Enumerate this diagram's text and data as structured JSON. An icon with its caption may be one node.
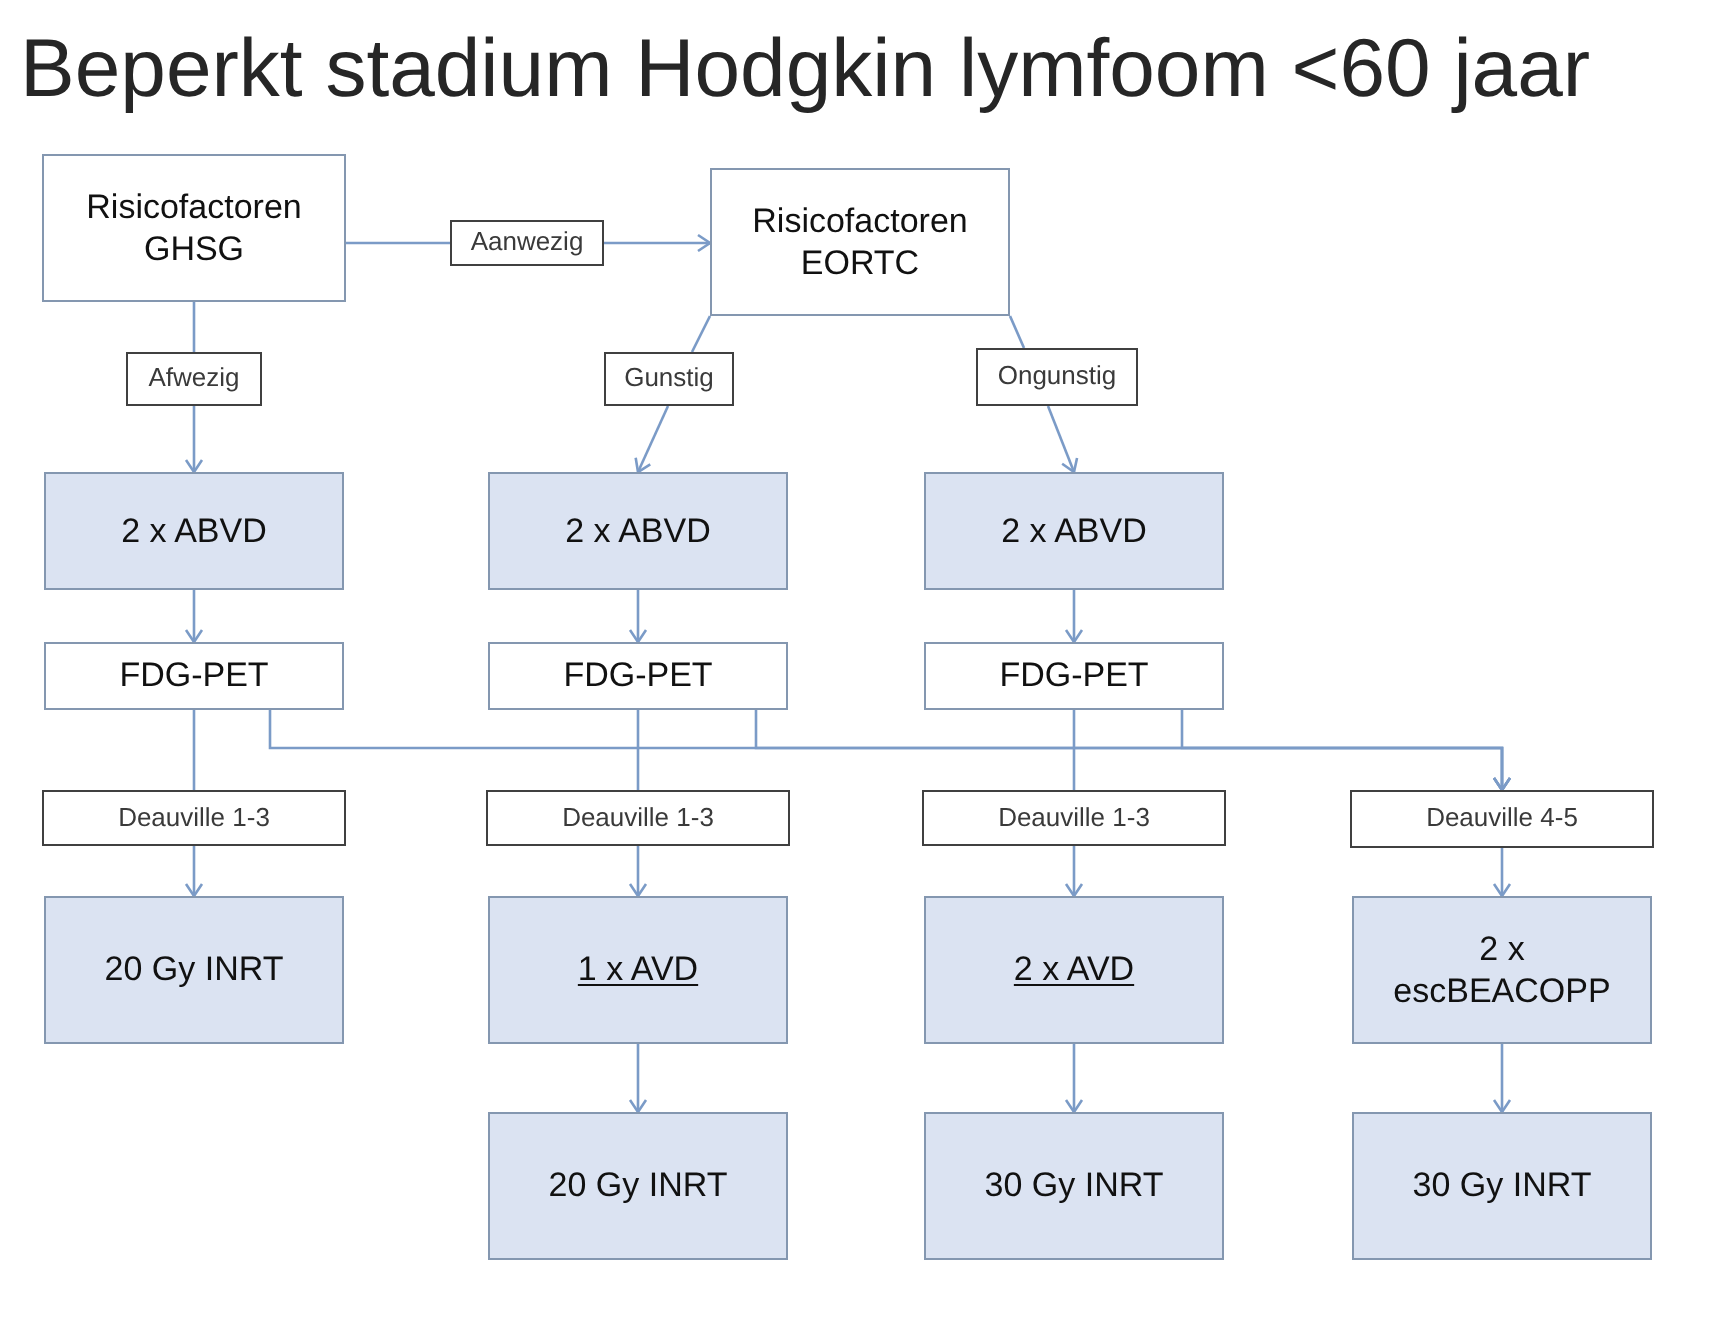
{
  "diagram": {
    "title": "Beperkt stadium Hodgkin lymfoom <60 jaar",
    "nodes": [
      {
        "text": [
          "Risicofactoren GHSG"
        ]
      },
      {
        "text": [
          "Aanwezig"
        ]
      },
      {
        "text": [
          "Risicofactoren EORTC"
        ]
      },
      {
        "text": [
          "Afwezig"
        ]
      },
      {
        "text": [
          "Gunstig"
        ]
      },
      {
        "text": [
          "Ongunstig"
        ]
      },
      {
        "text": [
          "2 x ABVD"
        ]
      },
      {
        "text": [
          "2 x ABVD"
        ]
      },
      {
        "text": [
          "2 x ABVD"
        ]
      },
      {
        "text": [
          "FDG-PET"
        ]
      },
      {
        "text": [
          "FDG-PET"
        ]
      },
      {
        "text": [
          "FDG-PET"
        ]
      },
      {
        "text": [
          "Deauville 1-3"
        ]
      },
      {
        "text": [
          "Deauville 1-3"
        ]
      },
      {
        "text": [
          "Deauville 1-3"
        ]
      },
      {
        "text": [
          "Deauville 4-5"
        ]
      },
      {
        "text": [
          "20 Gy INRT"
        ]
      },
      {
        "text": [
          "1 x AVD"
        ]
      },
      {
        "text": [
          "2 x AVD"
        ]
      },
      {
        "text": [
          "2 x escBEACOPP"
        ]
      },
      {
        "text": [
          "20 Gy INRT"
        ]
      },
      {
        "text": [
          "30 Gy INRT"
        ]
      },
      {
        "text": [
          "30 Gy INRT"
        ]
      }
    ],
    "edges": [
      {
        "from": 0,
        "to": 1,
        "arrow": "none"
      },
      {
        "from": 1,
        "to": 2,
        "arrow": "to"
      },
      {
        "from": 0,
        "to": 3,
        "arrow": "none"
      },
      {
        "from": 3,
        "to": 6,
        "arrow": "to"
      },
      {
        "from": 2,
        "to": 4,
        "arrow": "none"
      },
      {
        "from": 4,
        "to": 7,
        "arrow": "to"
      },
      {
        "from": 2,
        "to": 5,
        "arrow": "none"
      },
      {
        "from": 5,
        "to": 8,
        "arrow": "to"
      },
      {
        "from": 6,
        "to": 9,
        "arrow": "to"
      },
      {
        "from": 7,
        "to": 10,
        "arrow": "to"
      },
      {
        "from": 8,
        "to": 11,
        "arrow": "to"
      },
      {
        "from": 9,
        "to": 12,
        "arrow": "none"
      },
      {
        "from": 10,
        "to": 13,
        "arrow": "none"
      },
      {
        "from": 11,
        "to": 14,
        "arrow": "none"
      },
      {
        "from": 9,
        "to": 15,
        "arrow": "to"
      },
      {
        "from": 10,
        "to": 15,
        "arrow": "to"
      },
      {
        "from": 11,
        "to": 15,
        "arrow": "to"
      },
      {
        "from": 12,
        "to": 16,
        "arrow": "to"
      },
      {
        "from": 13,
        "to": 17,
        "arrow": "to"
      },
      {
        "from": 14,
        "to": 18,
        "arrow": "to"
      },
      {
        "from": 15,
        "to": 19,
        "arrow": "to"
      },
      {
        "from": 17,
        "to": 20,
        "arrow": "to"
      },
      {
        "from": 18,
        "to": 21,
        "arrow": "to"
      },
      {
        "from": 19,
        "to": 22,
        "arrow": "to"
      }
    ]
  }
}
